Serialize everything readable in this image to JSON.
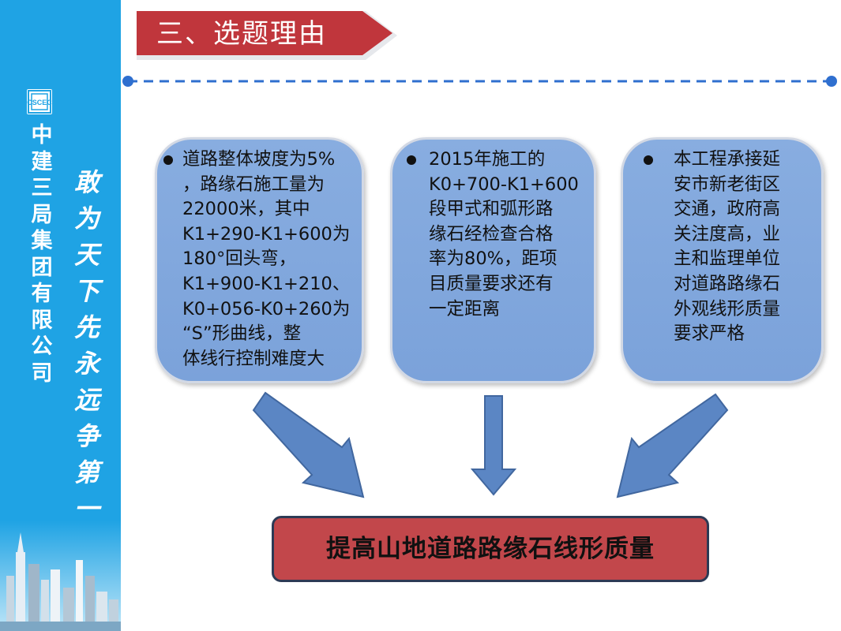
{
  "slide": {
    "title": "三、选题理由",
    "sidebar": {
      "company_name": "中建三局集团有限公司",
      "motto": "敢为天下先永远争第一",
      "logo_icon": "cscec-logo-icon"
    },
    "reasons": [
      {
        "text": "道路整体坡度为5%\n，路缘石施工量为\n22000米，其中\nK1+290-K1+600为\n180°回头弯，\nK1+900-K1+210、\nK0+056-K0+260为\n“S”形曲线，整\n体线行控制难度大"
      },
      {
        "text": "2015年施工的\nK0+700-K1+600\n段甲式和弧形路\n缘石经检查合格\n率为80%，距项\n目质量要求还有\n一定距离"
      },
      {
        "text": "本工程承接延\n安市新老街区\n交通，政府高\n关注度高，业\n主和监理单位\n对道路路缘石\n外观线形质量\n要求严格"
      }
    ],
    "conclusion": "提高山地道路路缘石线形质量"
  },
  "colors": {
    "sidebar": "#1fa3e4",
    "banner": "#c0363c",
    "box_fill": "#7ba2da",
    "arrow": "#5b86c4",
    "result_fill": "#c2474b",
    "rule": "#2f6fcf"
  }
}
